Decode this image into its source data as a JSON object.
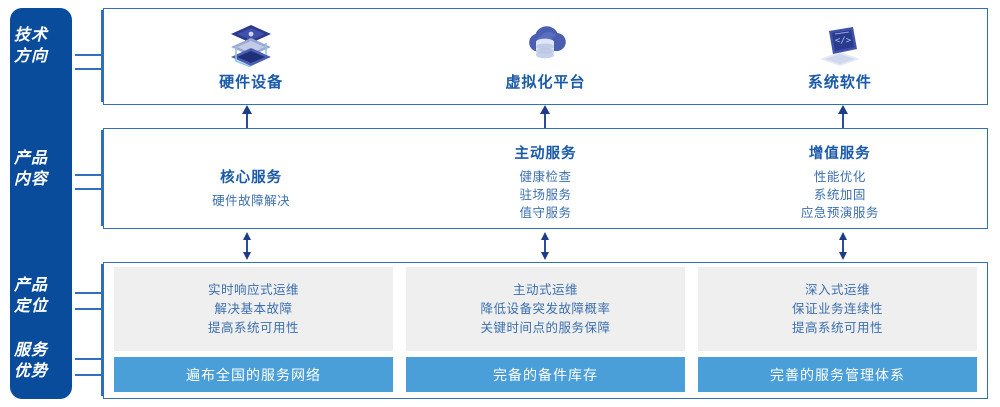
{
  "sidebar": {
    "labels": [
      {
        "name": "tech-direction",
        "text": "技术\n方向"
      },
      {
        "name": "product-content",
        "text": "产品\n内容"
      },
      {
        "name": "product-position",
        "text": "产品\n定位"
      },
      {
        "name": "service-advantage",
        "text": "服务\n优势"
      }
    ],
    "bg_color": "#0a4c9c"
  },
  "tech_direction": {
    "columns": [
      {
        "label": "硬件设备",
        "icon": "server-stack-icon"
      },
      {
        "label": "虚拟化平台",
        "icon": "cloud-database-icon"
      },
      {
        "label": "系统软件",
        "icon": "laptop-code-icon"
      }
    ]
  },
  "product_content": {
    "columns": [
      {
        "title": "核心服务",
        "items": [
          "硬件故障解决"
        ]
      },
      {
        "title": "主动服务",
        "items": [
          "健康检查",
          "驻场服务",
          "值守服务"
        ]
      },
      {
        "title": "增值服务",
        "items": [
          "性能优化",
          "系统加固",
          "应急预演服务"
        ]
      }
    ]
  },
  "bottom": {
    "columns": [
      {
        "positioning": [
          "实时响应式运维",
          "解决基本故障",
          "提高系统可用性"
        ],
        "advantage": "遍布全国的服务网络"
      },
      {
        "positioning": [
          "主动式运维",
          "降低设备突发故障概率",
          "关键时间点的服务保障"
        ],
        "advantage": "完备的备件库存"
      },
      {
        "positioning": [
          "深入式运维",
          "保证业务连续性",
          "提高系统可用性"
        ],
        "advantage": "完善的服务管理体系"
      }
    ]
  },
  "colors": {
    "deep_blue": "#0a4c9c",
    "border_blue": "#2f6fbd",
    "title_blue": "#1a5aa8",
    "text_blue": "#3b6fae",
    "bar_blue": "#4a9fd8",
    "card_gray": "#efefef"
  }
}
